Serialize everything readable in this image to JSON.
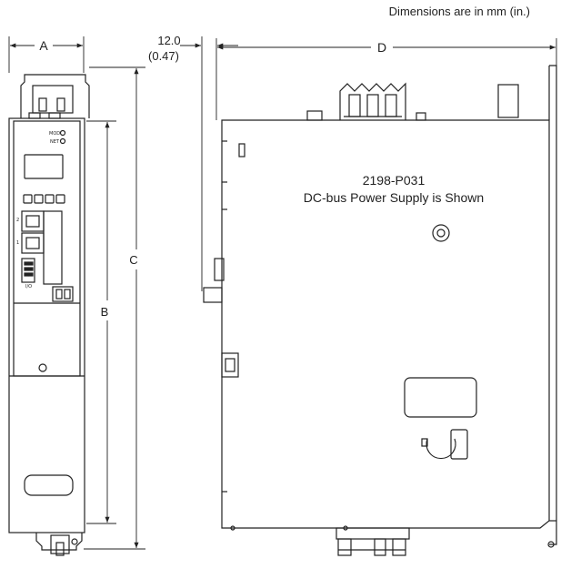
{
  "header": {
    "units_note": "Dimensions are in mm (in.)"
  },
  "dimensions": {
    "a": "A",
    "b": "B",
    "c": "C",
    "d": "D",
    "offset_mm": "12.0",
    "offset_in": "(0.47)"
  },
  "side_view": {
    "model": "2198-P031",
    "caption": "DC-bus Power Supply is Shown"
  },
  "front_panel": {
    "mod_label": "MOD",
    "net_label": "NET",
    "port_1": "1",
    "port_2": "2",
    "io_label": "I/O"
  }
}
